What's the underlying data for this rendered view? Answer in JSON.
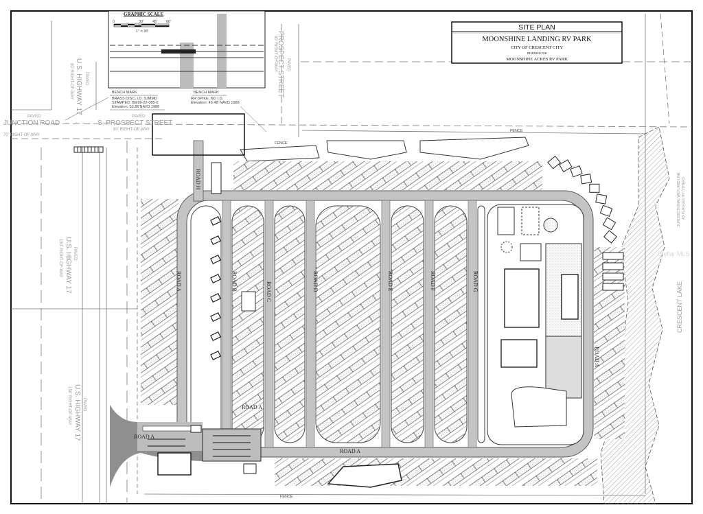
{
  "title_block": {
    "heading": "SITE PLAN",
    "project": "MOONSHINE LANDING RV PARK",
    "city": "CITY OF CRESCENT CITY",
    "prepared_for_label": "PREPARED FOR",
    "client": "MOONSHINE ACRES RV PARK"
  },
  "graphic_scale": {
    "title": "GRAPHIC SCALE",
    "ticks": [
      "0",
      "30'",
      "45'",
      "60'"
    ],
    "ratio": "1\" = 30'"
  },
  "bench_marks": [
    {
      "title": "BENCH MARK",
      "lines": [
        "BRASS DISC, I.D. SJMMD",
        "STAMPED: BM99-22-085-0",
        "Elevation: 52.86'NAVD 1988"
      ]
    },
    {
      "title": "BENCH MARK",
      "lines": [
        "RR SPIKE, NO I.D.",
        "Elevation: 46.48' NAVD 1988"
      ]
    }
  ],
  "streets": {
    "junction_paved": "PAVED",
    "junction_name": "JUNCTION ROAD",
    "junction_row": "70' RIGHT-OF-WAY",
    "s_prospect_paved": "PAVED",
    "s_prospect_name": "S. PROSPECT STREET",
    "s_prospect_row": "80' RIGHT-OF-WAY",
    "prospect_paved": "PAVED",
    "prospect_name": "PROSPECT STREET",
    "prospect_row": "80' RIGHT-OF-WAY",
    "hwy_top_paved": "PAVED",
    "hwy_top_name": "U.S. HIGHWAY 17",
    "hwy_top_row": "80' RIGHT-OF-WAY",
    "hwy_mid_paved": "PAVED",
    "hwy_mid_name": "U.S. HIGHWAY 17",
    "hwy_mid_row": "150' RIGHT-OF-WAY",
    "hwy_bot_paved": "PAVED",
    "hwy_bot_name": "U.S. HIGHWAY 17",
    "hwy_bot_row": "150' RIGHT-OF-WAY"
  },
  "roads": {
    "h": "ROAD H",
    "a_left": "ROAD A",
    "b": "ROAD B",
    "c": "ROAD C",
    "d": "ROAD D",
    "e": "ROAD E",
    "f": "ROAD F",
    "g": "ROAD G",
    "a_right": "ROAD A",
    "a_bottom": "ROAD A",
    "a_inner": "ROAD A",
    "a_entrance": "ROAD A"
  },
  "fence_labels": [
    "FENCE",
    "FENCE",
    "FENCE"
  ],
  "lake": "CRESCENT LAKE",
  "wetland_note": [
    "JURISDICTIONAL WETLAND LINE",
    "AS FLAGGED BY OTHERS"
  ],
  "watermark": "Stellar MLS",
  "colors": {
    "road": "#c4c4c4",
    "entrance": "#8f8f8f",
    "line": "#222222",
    "hatch": "#7a7a7a"
  }
}
